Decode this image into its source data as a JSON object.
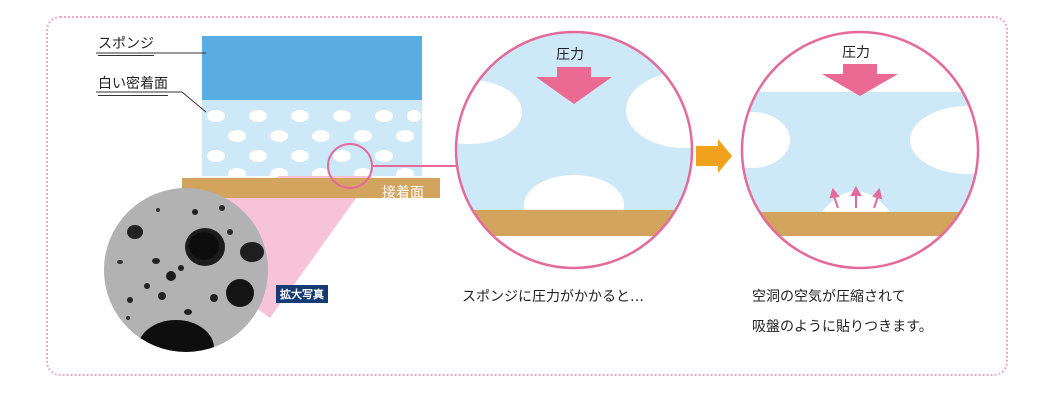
{
  "labels": {
    "sponge": "スポンジ",
    "white_surface": "白い密着面",
    "adhesion_surface": "接着面",
    "magnified": "拡大写真",
    "pressure_left": "圧力",
    "pressure_right": "圧力"
  },
  "captions": {
    "left": "スポンジに圧力がかかると…",
    "right_line1": "空洞の空気が圧縮されて",
    "right_line2": "吸盤のように貼りつきます。"
  },
  "colors": {
    "sponge_blue": "#5aade3",
    "foam_light": "#cde9f8",
    "adhesion_tan": "#d3a45d",
    "pink_arrow": "#ea6a93",
    "pink_border": "#e46a9c",
    "orange_arrow": "#f1a11b",
    "badge_navy": "#153b75"
  }
}
